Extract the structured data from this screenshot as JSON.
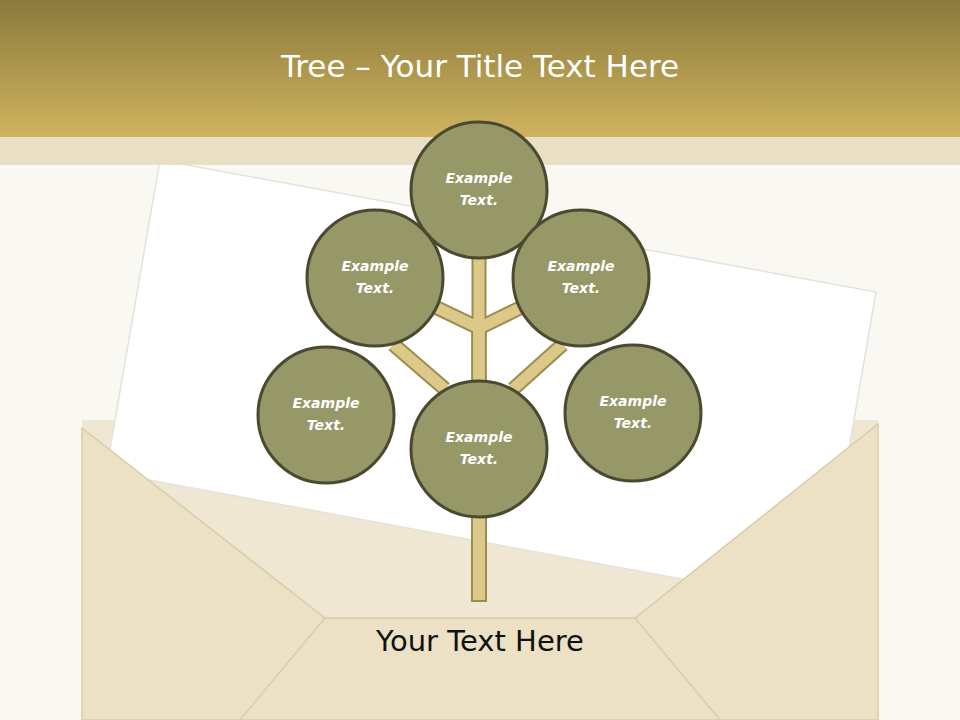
{
  "diagram": {
    "title": "Tree – Your Title Text Here",
    "caption": "Your Text Here",
    "nodes": [
      {
        "text": [
          "Example Text."
        ]
      },
      {
        "text": [
          "Example Text."
        ]
      },
      {
        "text": [
          "Example Text."
        ]
      },
      {
        "text": [
          "Example Text."
        ]
      },
      {
        "text": [
          "Example Text."
        ]
      },
      {
        "text": [
          "Example Text."
        ]
      }
    ],
    "edges": [
      {
        "from": 4,
        "to": 0,
        "arrow": "none"
      },
      {
        "from": 4,
        "to": 1,
        "arrow": "none"
      },
      {
        "from": 4,
        "to": 2,
        "arrow": "none"
      },
      {
        "from": 4,
        "to": 1,
        "arrow": "none"
      },
      {
        "from": 4,
        "to": 2,
        "arrow": "none"
      }
    ]
  }
}
